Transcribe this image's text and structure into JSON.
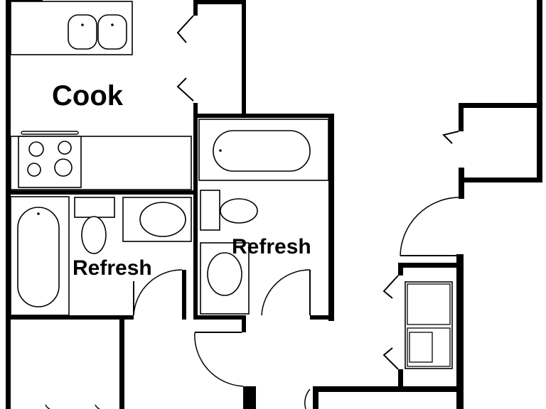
{
  "rooms": {
    "kitchen": {
      "label": "Cook"
    },
    "bath_left": {
      "label": "Refresh"
    },
    "bath_center": {
      "label": "Refresh"
    }
  },
  "colors": {
    "wall": "#000000",
    "background": "#ffffff"
  }
}
